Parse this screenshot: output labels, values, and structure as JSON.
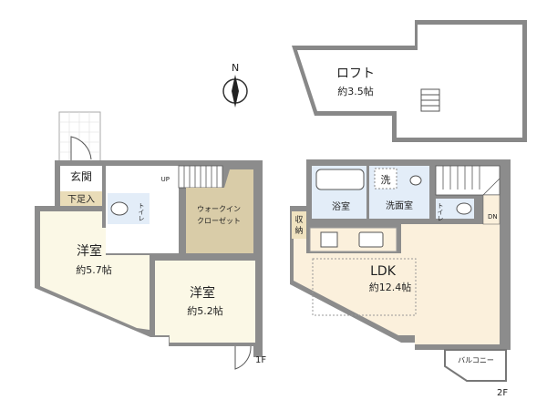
{
  "compass": {
    "north_label": "N"
  },
  "floor1": {
    "floor_label": "1F",
    "entrance": "玄関",
    "shoe_storage": "下足入",
    "toilet": "トイレ",
    "stairs_label": "UP",
    "walk_in_closet_line1": "ウォークイン",
    "walk_in_closet_line2": "クローゼット",
    "room_a": {
      "name": "洋室",
      "size": "約5.7帖"
    },
    "room_b": {
      "name": "洋室",
      "size": "約5.2帖"
    }
  },
  "floor2": {
    "floor_label": "2F",
    "bathroom": "浴室",
    "washroom": "洗面室",
    "washer": "洗",
    "toilet": "トイレ",
    "storage_line1": "収",
    "storage_line2": "納",
    "stairs_label": "DN",
    "ldk": {
      "name": "LDK",
      "size": "約12.4帖"
    },
    "balcony": "バルコニー"
  },
  "loft": {
    "name": "ロフト",
    "size": "約3.5帖"
  },
  "colors": {
    "wall": "#8c8c8c",
    "room": "#fbf8e6",
    "ldk": "#fbf0dc",
    "closet": "#d9cca8",
    "wet": "#e3edf8",
    "storage": "#f0e3c0"
  }
}
